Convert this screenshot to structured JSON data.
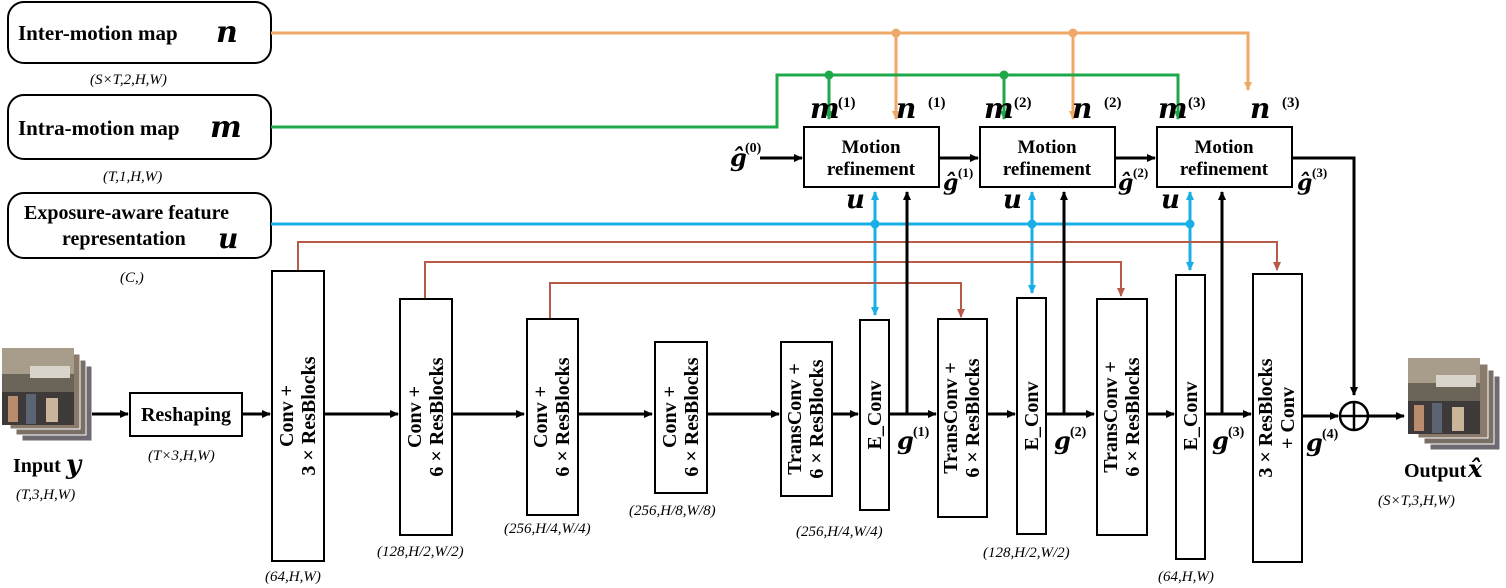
{
  "inputs": {
    "inter_motion": {
      "label": "Inter-motion map",
      "symbol": "n",
      "dims": "(S×T,2,H,W)"
    },
    "intra_motion": {
      "label": "Intra-motion map",
      "symbol": "m",
      "dims": "(T,1,H,W)"
    },
    "exposure": {
      "label_line1": "Exposure-aware feature",
      "label_line2": "representation",
      "symbol": "u",
      "dims": "(C,)"
    }
  },
  "input_image": {
    "label": "Input",
    "symbol": "y",
    "dims": "(T,3,H,W)"
  },
  "output_image": {
    "label": "Output",
    "symbol": "x̂",
    "dims": "(S×T,3,H,W)"
  },
  "reshaping": {
    "label": "Reshaping",
    "dims": "(T×3,H,W)"
  },
  "encoder": [
    {
      "line1": "Conv +",
      "line2": "3 × ResBlocks",
      "dims": "(64,H,W)"
    },
    {
      "line1": "Conv +",
      "line2": "6 × ResBlocks",
      "dims": "(128,H/2,W/2)"
    },
    {
      "line1": "Conv +",
      "line2": "6 × ResBlocks",
      "dims": "(256,H/4,W/4)"
    },
    {
      "line1": "Conv +",
      "line2": "6 × ResBlocks",
      "dims": "(256,H/8,W/8)"
    }
  ],
  "decoder": [
    {
      "line1": "TransConv +",
      "line2": "6 × ResBlocks"
    },
    {
      "line1": "TransConv +",
      "line2": "6 × ResBlocks"
    },
    {
      "line1": "TransConv +",
      "line2": "6 × ResBlocks"
    }
  ],
  "final_block": {
    "line1": "3 × ResBlocks",
    "line2": "+ Conv"
  },
  "e_conv": [
    {
      "label": "E_Conv",
      "dims": "(256,H/4,W/4)",
      "g": "g",
      "g_sup": "(1)"
    },
    {
      "label": "E_Conv",
      "dims": "(128,H/2,W/2)",
      "g": "g",
      "g_sup": "(2)"
    },
    {
      "label": "E_Conv",
      "dims": "(64,H,W)",
      "g": "g",
      "g_sup": "(3)"
    }
  ],
  "final_g": {
    "g": "g",
    "g_sup": "(4)"
  },
  "motion_refinement": [
    {
      "line1": "Motion",
      "line2": "refinement",
      "m": "m",
      "m_sup": "(1)",
      "n": "n",
      "n_sup": "(1)",
      "u": "u",
      "out": "ĝ",
      "out_sup": "(1)"
    },
    {
      "line1": "Motion",
      "line2": "refinement",
      "m": "m",
      "m_sup": "(2)",
      "n": "n",
      "n_sup": "(2)",
      "u": "u",
      "out": "ĝ",
      "out_sup": "(2)"
    },
    {
      "line1": "Motion",
      "line2": "refinement",
      "m": "m",
      "m_sup": "(3)",
      "n": "n",
      "n_sup": "(3)",
      "u": "u",
      "out": "ĝ",
      "out_sup": "(3)"
    }
  ],
  "g0": {
    "g": "ĝ",
    "sup": "(0)"
  },
  "colors": {
    "orange": "#F0A868",
    "green": "#1FA84A",
    "blue": "#1AAEE6",
    "red": "#B85A48",
    "black": "#000000"
  }
}
